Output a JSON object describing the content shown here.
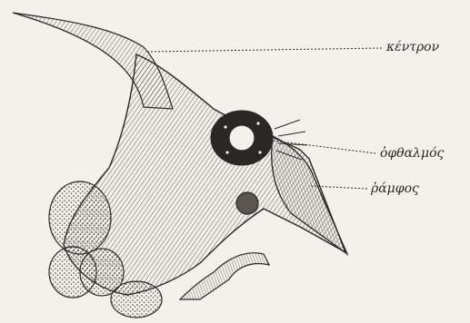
{
  "labels": {
    "kentron": "κέντρον",
    "ophthalmos": "ὀφθαλμός",
    "ramphos": "ῥάμφος"
  },
  "colors": {
    "paper": "#f4f1ec",
    "ink": "#2a2724"
  }
}
